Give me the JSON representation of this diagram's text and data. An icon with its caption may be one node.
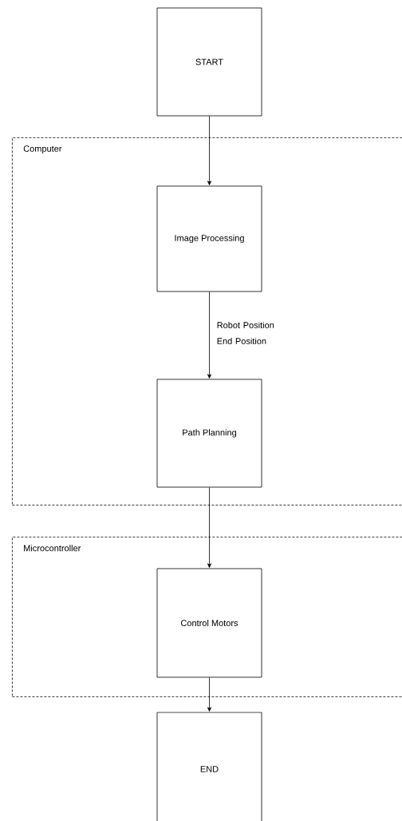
{
  "diagram": {
    "nodes": [
      {
        "text": [
          "START"
        ]
      },
      {
        "text": [
          "Computer"
        ]
      },
      {
        "text": [
          "Image Processing"
        ],
        "in": 1
      },
      {
        "text": [
          "Path Planning"
        ],
        "in": 1
      },
      {
        "text": [
          "Microcontroller"
        ]
      },
      {
        "text": [
          "Control Motors"
        ],
        "in": 4
      },
      {
        "text": [
          "END"
        ]
      }
    ],
    "edges": [
      {
        "from": 0,
        "to": 2,
        "arrow": "to"
      },
      {
        "from": 2,
        "to": 3,
        "arrow": "to",
        "label": "Robot Position End Position"
      },
      {
        "from": 3,
        "to": 5,
        "arrow": "to"
      },
      {
        "from": 5,
        "to": 6,
        "arrow": "to"
      }
    ]
  }
}
